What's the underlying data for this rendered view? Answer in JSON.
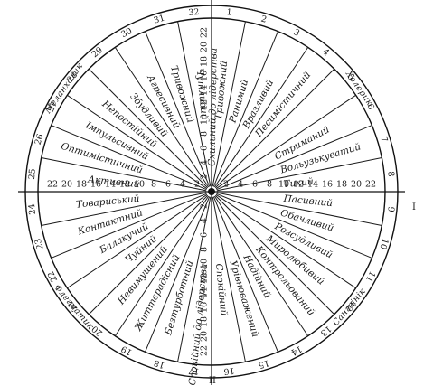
{
  "temperaments": [
    {
      "label": "Меланхолик",
      "angle": -55
    },
    {
      "label": "Холерик",
      "angle": 55
    },
    {
      "label": "Сангвінік",
      "angle": 130
    },
    {
      "label": "Флегматик",
      "angle": -130
    }
  ],
  "axis_labels": {
    "right": "I",
    "bottom": "II"
  },
  "sectors": [
    {
      "n": "1",
      "trait": "Тривожний"
    },
    {
      "n": "2",
      "trait": "Ранимий"
    },
    {
      "n": "3",
      "trait": "Вразливий"
    },
    {
      "n": "4",
      "trait": "Песимістичний"
    },
    {
      "n": "5",
      "trait": ""
    },
    {
      "n": "6",
      "trait": "Стриманий"
    },
    {
      "n": "7",
      "trait": "Вольузькуватий"
    },
    {
      "n": "8",
      "trait": "Тихий"
    },
    {
      "n": "9",
      "trait": "Пасивний"
    },
    {
      "n": "10",
      "trait": "Обачливий"
    },
    {
      "n": "11",
      "trait": "Розсудливий"
    },
    {
      "n": "12",
      "trait": "Миролюбивий"
    },
    {
      "n": "13",
      "trait": "Контрольований"
    },
    {
      "n": "14",
      "trait": "Надійний"
    },
    {
      "n": "15",
      "trait": "Урівноважений"
    },
    {
      "n": "16",
      "trait": "Спокійний"
    },
    {
      "n": "17",
      "trait": "Спокійний до лідерства"
    },
    {
      "n": "18",
      "trait": "Безтурботний"
    },
    {
      "n": "19",
      "trait": "Життєрадісний"
    },
    {
      "n": "20",
      "trait": "Невимушений"
    },
    {
      "n": "21",
      "trait": "Чуйний"
    },
    {
      "n": "22",
      "trait": "Балакучий"
    },
    {
      "n": "23",
      "trait": "Контактний"
    },
    {
      "n": "24",
      "trait": "Товариський"
    },
    {
      "n": "25",
      "trait": "Активний"
    },
    {
      "n": "26",
      "trait": "Оптимістичний"
    },
    {
      "n": "27",
      "trait": "Імпульсивний"
    },
    {
      "n": "28",
      "trait": "Непостійний"
    },
    {
      "n": "29",
      "trait": "Збудливий"
    },
    {
      "n": "30",
      "trait": "Агресивний"
    },
    {
      "n": "31",
      "trait": "Тривожний"
    },
    {
      "n": "32",
      "trait": "Чутливий"
    }
  ],
  "extra_texts": [
    {
      "text": "Схильний до лідерства",
      "angle": 1
    }
  ],
  "scale_ticks": [
    "2",
    "4",
    "6",
    "8",
    "10",
    "12",
    "14",
    "16",
    "18",
    "20",
    "22"
  ]
}
